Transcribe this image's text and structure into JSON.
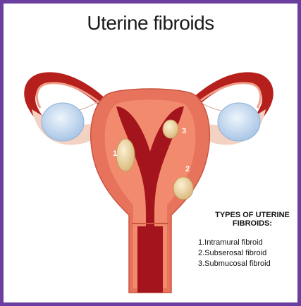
{
  "title": "Uterine fibroids",
  "labels": [
    "1",
    "2",
    "3"
  ],
  "legend": {
    "title": "TYPES OF UTERINE FIBROIDS:",
    "items": [
      "1.Intramural fibroid",
      "2.Subserosal fibroid",
      "3.Submucosal fibroid"
    ]
  },
  "colors": {
    "border": "#6b3fa0",
    "uterus_outer": "#e8735c",
    "endometrium": "#a3141d",
    "ovary": "#c8dcf2",
    "fibroid": "#f0d9a5"
  }
}
